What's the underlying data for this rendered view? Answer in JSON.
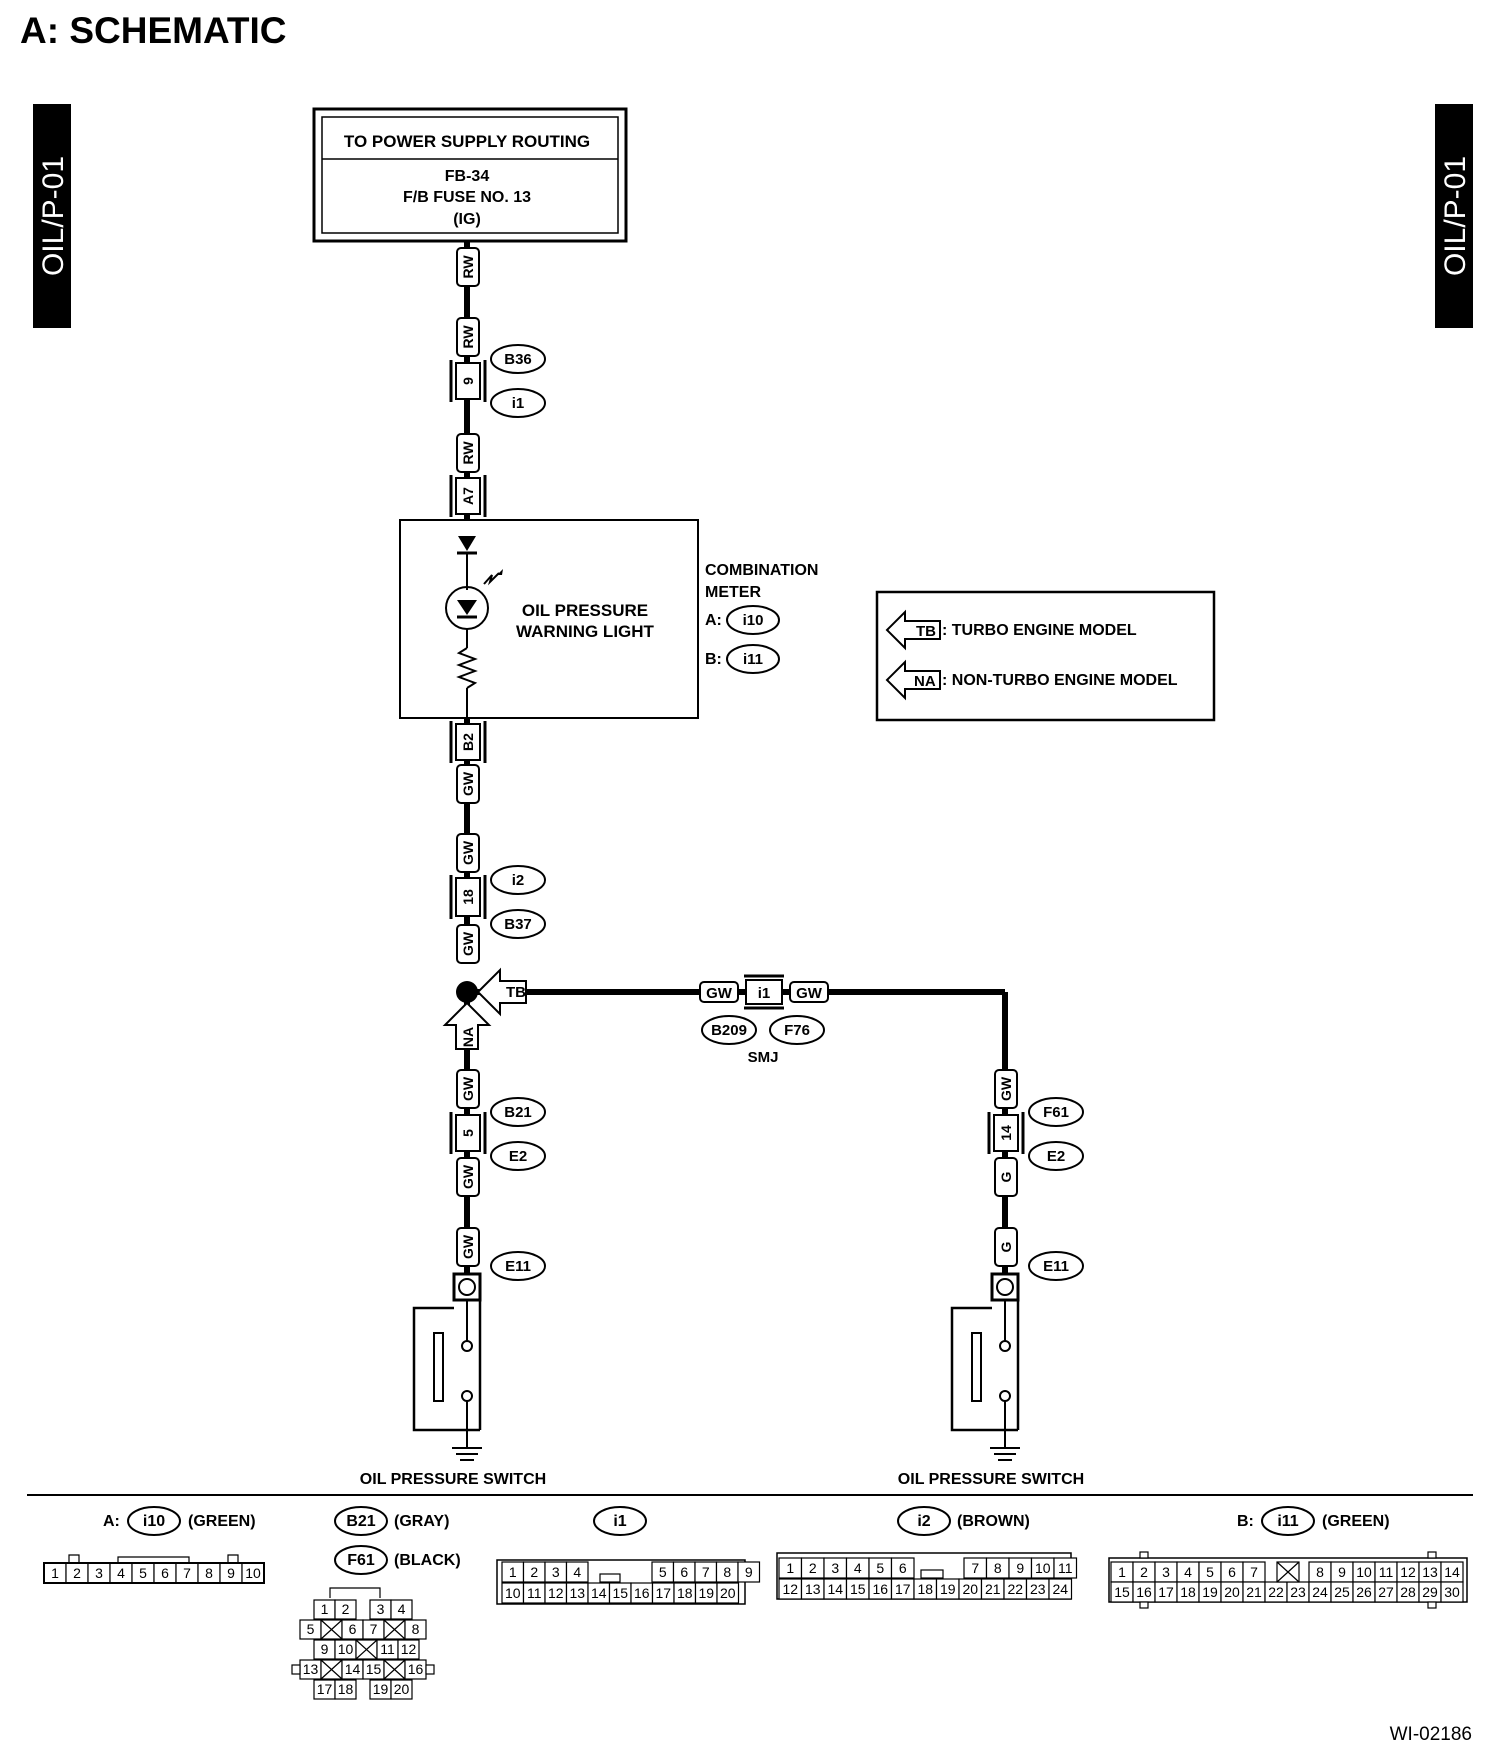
{
  "title": "A:  SCHEMATIC",
  "side_tabs": {
    "left": "OIL/P-01",
    "right": "OIL/P-01"
  },
  "power_box": {
    "header": "TO POWER SUPPLY ROUTING",
    "line1": "FB-34",
    "line2": "F/B FUSE NO. 13",
    "line3": "(IG)"
  },
  "meter": {
    "light_line1": "OIL PRESSURE",
    "light_line2": "WARNING LIGHT",
    "name_line1": "COMBINATION",
    "name_line2": "METER",
    "a_prefix": "A:",
    "a_conn": "i10",
    "b_prefix": "B:",
    "b_conn": "i11"
  },
  "legend": {
    "tb_tag": "TB",
    "tb_text": ": TURBO ENGINE MODEL",
    "na_tag": "NA",
    "na_text": ": NON-TURBO ENGINE MODEL"
  },
  "wires": {
    "rw": "RW",
    "gw": "GW",
    "g": "G"
  },
  "pins": {
    "p9": "9",
    "a7": "A7",
    "b2": "B2",
    "p18": "18",
    "p5": "5",
    "p14": "14",
    "smj": "i1"
  },
  "connectors": {
    "b36": "B36",
    "i1": "i1",
    "i2": "i2",
    "b37": "B37",
    "b21": "B21",
    "e2": "E2",
    "e11": "E11",
    "b209": "B209",
    "f76": "F76",
    "f61": "F61"
  },
  "junction": {
    "tb": "TB",
    "na": "NA",
    "smj_label": "SMJ"
  },
  "switch_labels": {
    "left": "OIL PRESSURE SWITCH",
    "right": "OIL PRESSURE SWITCH"
  },
  "footer": {
    "a_prefix": "A:",
    "a_conn": "i10",
    "a_color": "(GREEN)",
    "b21": "B21",
    "b21_color": "(GRAY)",
    "f61": "F61",
    "f61_color": "(BLACK)",
    "i1": "i1",
    "i2": "i2",
    "i2_color": "(BROWN)",
    "b_prefix": "B:",
    "b_conn": "i11",
    "b_color": "(GREEN)"
  },
  "connector_pins": {
    "i10": [
      "1",
      "2",
      "3",
      "4",
      "5",
      "6",
      "7",
      "8",
      "9",
      "10"
    ],
    "i1_top": [
      "1",
      "2",
      "3",
      "4",
      "5",
      "6",
      "7",
      "8",
      "9"
    ],
    "i1_bot": [
      "10",
      "11",
      "12",
      "13",
      "14",
      "15",
      "16",
      "17",
      "18",
      "19",
      "20"
    ],
    "i2_top": [
      "1",
      "2",
      "3",
      "4",
      "5",
      "6",
      "7",
      "8",
      "9",
      "10",
      "11"
    ],
    "i2_bot": [
      "12",
      "13",
      "14",
      "15",
      "16",
      "17",
      "18",
      "19",
      "20",
      "21",
      "22",
      "23",
      "24"
    ],
    "i11_top": [
      "1",
      "2",
      "3",
      "4",
      "5",
      "6",
      "7",
      "8",
      "9",
      "10",
      "11",
      "12",
      "13",
      "14"
    ],
    "i11_bot": [
      "15",
      "16",
      "17",
      "18",
      "19",
      "20",
      "21",
      "22",
      "23",
      "24",
      "25",
      "26",
      "27",
      "28",
      "29",
      "30"
    ],
    "b21_rows": [
      [
        "1",
        "2",
        "3",
        "4"
      ],
      [
        "5",
        "6",
        "7",
        "8"
      ],
      [
        "9",
        "10",
        "11",
        "12"
      ],
      [
        "13",
        "14",
        "15",
        "16"
      ],
      [
        "17",
        "18",
        "19",
        "20"
      ]
    ]
  },
  "doc_code": "WI-02186"
}
